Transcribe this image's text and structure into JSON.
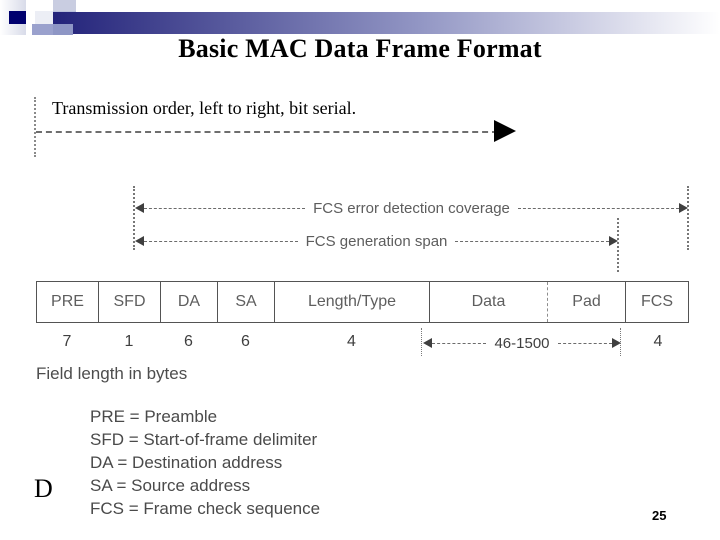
{
  "slide": {
    "title": "Basic MAC Data Frame Format",
    "page_number": "25",
    "stray_glyph": "D"
  },
  "decor": {
    "accent_dark": "#1c1c70",
    "accent_mid": "#9aa0c8",
    "accent_light": "#c6cbe2",
    "gradient_from": "#23237a",
    "gradient_to": "#ffffff"
  },
  "diagram": {
    "transmission_note": "Transmission order, left to right, bit serial.",
    "spans": [
      {
        "label": "FCS error detection coverage"
      },
      {
        "label": "FCS generation span"
      }
    ],
    "fields": [
      {
        "name": "PRE",
        "length": "7"
      },
      {
        "name": "SFD",
        "length": "1"
      },
      {
        "name": "DA",
        "length": "6"
      },
      {
        "name": "SA",
        "length": "6"
      },
      {
        "name": "Length/Type",
        "length": "4"
      },
      {
        "name": "Data",
        "length": ""
      },
      {
        "name": "Pad",
        "length": ""
      },
      {
        "name": "FCS",
        "length": "4"
      }
    ],
    "variable_span_label": "46-1500",
    "length_caption": "Field length in bytes",
    "legend": [
      "PRE = Preamble",
      "SFD = Start-of-frame delimiter",
      "DA = Destination address",
      "SA = Source address",
      "FCS = Frame check sequence"
    ]
  }
}
